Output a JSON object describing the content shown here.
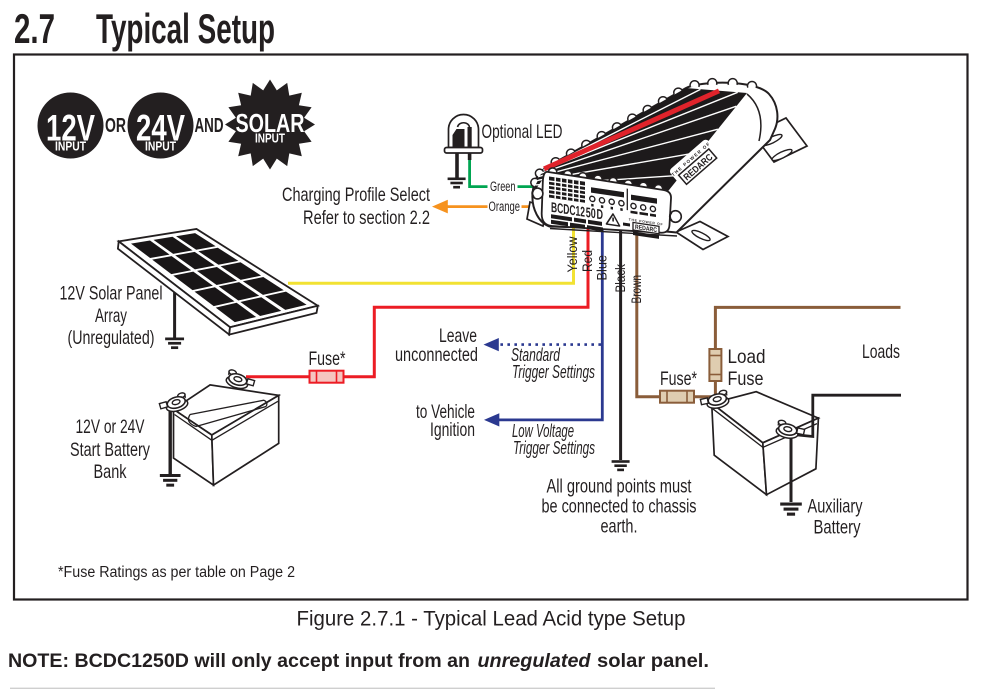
{
  "page": {
    "section_number": "2.7",
    "section_title": "Typical Setup",
    "figure_caption": "Figure 2.7.1 - Typical Lead Acid type Setup",
    "note_prefix": "NOTE: BCDC1250D will only accept input from an",
    "note_emphasis": "unregulated",
    "note_suffix": "solar panel.",
    "fuse_footnote": "*Fuse Ratings as per table on Page 2"
  },
  "badges": {
    "input_12v": {
      "value": "12V",
      "sub": "INPUT"
    },
    "joiner_or": "OR",
    "input_24v": {
      "value": "24V",
      "sub": "INPUT"
    },
    "joiner_and": "AND",
    "input_solar": {
      "value": "SOLAR",
      "sub": "INPUT"
    }
  },
  "device": {
    "model_prefix": "BCDC12",
    "model_red": "50",
    "model_suffix": "D",
    "brand": "REDARC",
    "brand_tagline": "THE POWER OF"
  },
  "labels": {
    "optional_led": "Optional LED",
    "charging_profile_line1": "Charging Profile Select",
    "charging_profile_line2": "Refer to section 2.2",
    "wire_green": "Green",
    "wire_orange": "Orange",
    "wire_yellow": "Yellow",
    "wire_red": "Red",
    "wire_blue": "Blue",
    "wire_black": "Black",
    "wire_brown": "Brown",
    "solar_panel_line1": "12V Solar Panel",
    "solar_panel_line2": "Array",
    "solar_panel_line3": "(Unregulated)",
    "start_battery_line1": "12V or 24V",
    "start_battery_line2": "Start Battery",
    "start_battery_line3": "Bank",
    "fuse_start": "Fuse*",
    "fuse_aux": "Fuse*",
    "load_fuse_line1": "Load",
    "load_fuse_line2": "Fuse",
    "loads": "Loads",
    "leave_line1": "Leave",
    "leave_line2": "unconnected",
    "standard_trigger_line1": "Standard",
    "standard_trigger_line2": "Trigger Settings",
    "ignition_line1": "to Vehicle",
    "ignition_line2": "Ignition",
    "low_voltage_line1": "Low Voltage",
    "low_voltage_line2": "Trigger Settings",
    "ground_note_line1": "All ground points must",
    "ground_note_line2": "be connected to chassis",
    "ground_note_line3": "earth.",
    "aux_battery_line1": "Auxiliary",
    "aux_battery_line2": "Battery"
  },
  "colors": {
    "ink": "#231f20",
    "red": "#ec1c24",
    "yellow": "#f2e232",
    "blue": "#2b3990",
    "green": "#00a551",
    "orange": "#f6921e",
    "brown": "#8a5d3a",
    "fuse_fill_red": "#f5c5c0",
    "fuse_fill_brown": "#dfcdb0",
    "stripe_red": "#e0232b"
  }
}
